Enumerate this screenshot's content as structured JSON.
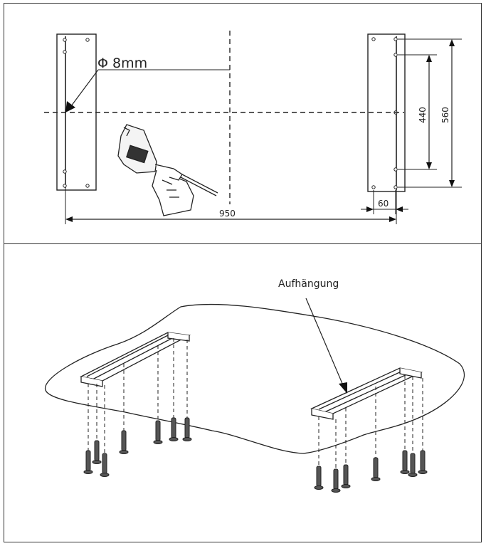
{
  "top_panel": {
    "drill_label": "Φ 8mm",
    "dim_inner_vertical": "440",
    "dim_outer_vertical": "560",
    "dim_offset": "60",
    "dim_width": "950"
  },
  "bottom_panel": {
    "callout_label": "Aufhängung"
  }
}
